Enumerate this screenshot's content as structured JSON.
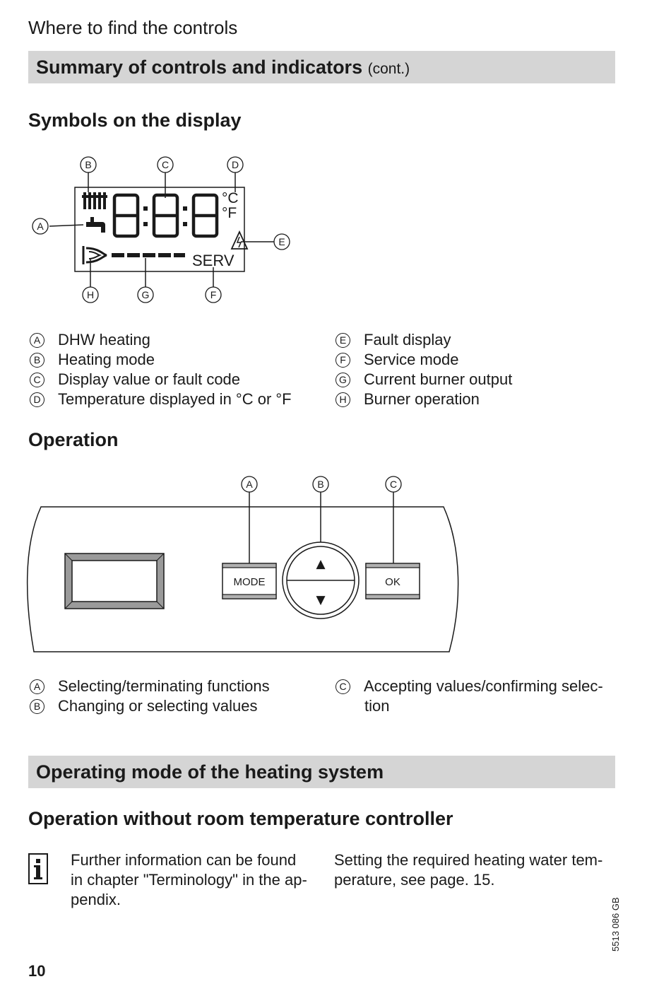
{
  "header": {
    "chapter_title": "Where to find the controls"
  },
  "section1": {
    "title": "Summary of controls and indicators",
    "title_suffix": "(cont.)"
  },
  "display": {
    "heading": "Symbols on the display",
    "digits": "8:8:8",
    "unit_c": "°C",
    "unit_f": "°F",
    "serv_label": "SERV",
    "markers": [
      "A",
      "B",
      "C",
      "D",
      "E",
      "F",
      "G",
      "H"
    ],
    "legend_left": [
      {
        "key": "A",
        "text": "DHW heating"
      },
      {
        "key": "B",
        "text": "Heating mode"
      },
      {
        "key": "C",
        "text": "Display value or fault code"
      },
      {
        "key": "D",
        "text": "Temperature displayed in °C or °F"
      }
    ],
    "legend_right": [
      {
        "key": "E",
        "text": "Fault display"
      },
      {
        "key": "F",
        "text": "Service mode"
      },
      {
        "key": "G",
        "text": "Current burner output"
      },
      {
        "key": "H",
        "text": "Burner operation"
      }
    ]
  },
  "operation": {
    "heading": "Operation",
    "mode_label": "MODE",
    "ok_label": "OK",
    "up_glyph": "▲",
    "down_glyph": "▼",
    "markers": [
      "A",
      "B",
      "C"
    ],
    "legend_left": [
      {
        "key": "A",
        "text": "Selecting/terminating functions"
      },
      {
        "key": "B",
        "text": "Changing or selecting values"
      }
    ],
    "legend_right_key": "C",
    "legend_right_lines": [
      "Accepting values/confirming selec-",
      "tion"
    ]
  },
  "section2": {
    "title": "Operating mode of the heating system"
  },
  "subsection": {
    "title": "Operation without room temperature controller"
  },
  "info": {
    "icon": "info-icon",
    "left_lines": [
      "Further information can be found",
      "in chapter \"Terminology\" in the ap-",
      "pendix."
    ],
    "right_lines": [
      "Setting the required heating water tem-",
      "perature, see page. 15."
    ]
  },
  "footer": {
    "page_number": "10",
    "doc_number": "5513 086 GB"
  }
}
